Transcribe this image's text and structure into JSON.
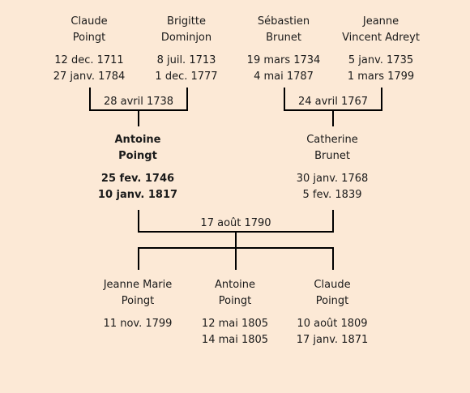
{
  "grandparents": [
    {
      "name_line1": "Claude",
      "name_line2": "Poingt",
      "birth": "12 dec. 1711",
      "death": "27 janv. 1784"
    },
    {
      "name_line1": "Brigitte",
      "name_line2": "Dominjon",
      "birth": "8 juil. 1713",
      "death": "1 dec. 1777"
    },
    {
      "name_line1": "Sébastien",
      "name_line2": "Brunet",
      "birth": "19 mars 1734",
      "death": "4 mai 1787"
    },
    {
      "name_line1": "Jeanne",
      "name_line2": "Vincent Adreyt",
      "birth": "5 janv. 1735",
      "death": "1 mars 1799"
    }
  ],
  "grandparent_marriages": [
    "28 avril 1738",
    "24 avril 1767"
  ],
  "parents": [
    {
      "name_line1": "Antoine",
      "name_line2": "Poingt",
      "birth": "25 fev. 1746",
      "death": "10 janv. 1817",
      "highlight": true
    },
    {
      "name_line1": "Catherine",
      "name_line2": "Brunet",
      "birth": "30 janv. 1768",
      "death": "5 fev. 1839",
      "highlight": false
    }
  ],
  "parents_marriage": "17 août 1790",
  "children": [
    {
      "name_line1": "Jeanne Marie",
      "name_line2": "Poingt",
      "birth": "11 nov. 1799",
      "death": ""
    },
    {
      "name_line1": "Antoine",
      "name_line2": "Poingt",
      "birth": "12 mai 1805",
      "death": "14 mai 1805"
    },
    {
      "name_line1": "Claude",
      "name_line2": "Poingt",
      "birth": "10 août 1809",
      "death": "17 janv. 1871"
    }
  ]
}
